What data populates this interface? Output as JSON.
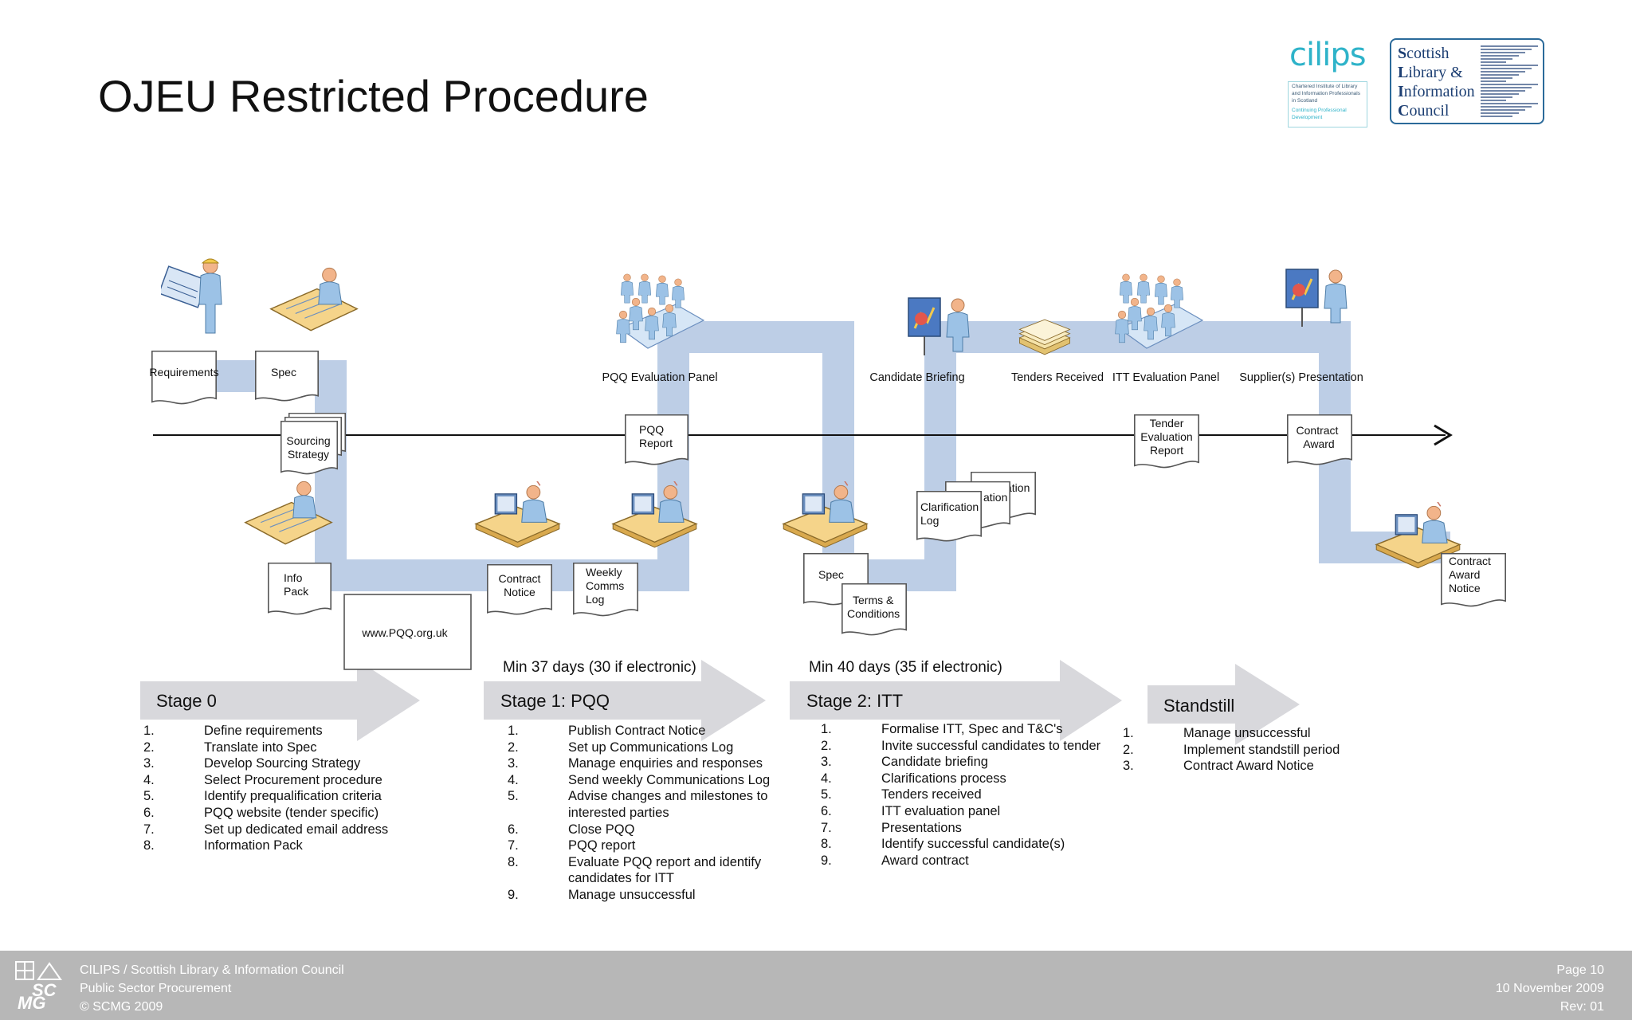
{
  "title": "OJEU Restricted Procedure",
  "logos": {
    "cilips": {
      "word": "cilips",
      "lines": [
        "Chartered Institute of Library",
        "and Information Professionals",
        "in Scotland",
        "Continuing Professional",
        "Development"
      ]
    },
    "slic": {
      "lines": [
        {
          "initial": "S",
          "rest": "cottish"
        },
        {
          "initial": "L",
          "rest": "ibrary &"
        },
        {
          "initial": "I",
          "rest": "nformation"
        },
        {
          "initial": "C",
          "rest": "ouncil"
        }
      ]
    }
  },
  "colors": {
    "path": "#b6c9e3",
    "banner": "#d8d8dc",
    "footer": "#b7b7b7",
    "figure": "#8fb5dc"
  },
  "documents": {
    "requirements": "Requirements",
    "spec": "Spec",
    "sourcing_strategy": [
      "Sourcing",
      "Strategy"
    ],
    "info_pack": [
      "Info",
      "Pack"
    ],
    "pqq_website": "www.PQQ.org.uk",
    "contract_notice": [
      "Contract",
      "Notice"
    ],
    "weekly_comms_log": [
      "Weekly",
      "Comms",
      "Log"
    ],
    "pqq_report": [
      "PQQ",
      "Report"
    ],
    "itt_spec": "Spec",
    "terms_conditions": [
      "Terms &",
      "Conditions"
    ],
    "clarification_log": [
      "Clarification",
      "Log"
    ],
    "clarification_back_1": "ation",
    "clarification_back_2": "ation",
    "tender_evaluation_report": [
      "Tender",
      "Evaluation",
      "Report"
    ],
    "contract_award": [
      "Contract",
      "Award"
    ],
    "contract_award_notice": [
      "Contract",
      "Award",
      "Notice"
    ]
  },
  "captions": {
    "pqq_evaluation_panel": "PQQ Evaluation Panel",
    "candidate_briefing": "Candidate Briefing",
    "tenders_received": "Tenders Received",
    "itt_evaluation_panel": "ITT Evaluation Panel",
    "suppliers_presentation": "Supplier(s) Presentation"
  },
  "stages": [
    {
      "label": "Stage 0",
      "duration": "",
      "items": [
        {
          "n": "1.",
          "text": "Define requirements"
        },
        {
          "n": "2.",
          "text": "Translate into Spec"
        },
        {
          "n": "3.",
          "text": "Develop Sourcing Strategy"
        },
        {
          "n": "4.",
          "text": "Select Procurement procedure"
        },
        {
          "n": "5.",
          "text": "Identify prequalification criteria"
        },
        {
          "n": "6.",
          "text": "PQQ website (tender specific)"
        },
        {
          "n": "7.",
          "text": "Set up dedicated email address"
        },
        {
          "n": "8.",
          "text": "Information Pack"
        }
      ]
    },
    {
      "label": "Stage 1: PQQ",
      "duration": "Min 37 days (30 if electronic)",
      "items": [
        {
          "n": "1.",
          "text": "Publish Contract Notice"
        },
        {
          "n": "2.",
          "text": "Set up Communications Log"
        },
        {
          "n": "3.",
          "text": "Manage enquiries and responses"
        },
        {
          "n": "4.",
          "text": "Send weekly Communications Log"
        },
        {
          "n": "5.",
          "text": "Advise changes and milestones to interested parties"
        },
        {
          "n": "6.",
          "text": "Close PQQ"
        },
        {
          "n": "7.",
          "text": "PQQ report"
        },
        {
          "n": "8.",
          "text": "Evaluate PQQ report and identify candidates for ITT"
        },
        {
          "n": "9.",
          "text": "Manage unsuccessful"
        }
      ]
    },
    {
      "label": "Stage 2: ITT",
      "duration": "Min 40 days (35 if electronic)",
      "items": [
        {
          "n": "1.",
          "text": "Formalise ITT, Spec and T&C's"
        },
        {
          "n": "2.",
          "text": "Invite successful candidates to tender"
        },
        {
          "n": "3.",
          "text": "Candidate briefing"
        },
        {
          "n": "4.",
          "text": "Clarifications process"
        },
        {
          "n": "5.",
          "text": "Tenders received"
        },
        {
          "n": "6.",
          "text": "ITT evaluation panel"
        },
        {
          "n": "7.",
          "text": "Presentations"
        },
        {
          "n": "8.",
          "text": "Identify successful candidate(s)"
        },
        {
          "n": "9.",
          "text": "Award contract"
        }
      ]
    },
    {
      "label": "Standstill",
      "duration": "",
      "items": [
        {
          "n": "1.",
          "text": "Manage unsuccessful"
        },
        {
          "n": "2.",
          "text": "Implement standstill period"
        },
        {
          "n": "3.",
          "text": "Contract Award Notice"
        }
      ]
    }
  ],
  "footer": {
    "org": "CILIPS / Scottish Library & Information Council",
    "subject": "Public Sector Procurement",
    "copyright": "© SCMG 2009",
    "page": "Page 10",
    "date": "10 November 2009",
    "rev": "Rev: 01",
    "logo_text": [
      "SC",
      "MG"
    ]
  }
}
